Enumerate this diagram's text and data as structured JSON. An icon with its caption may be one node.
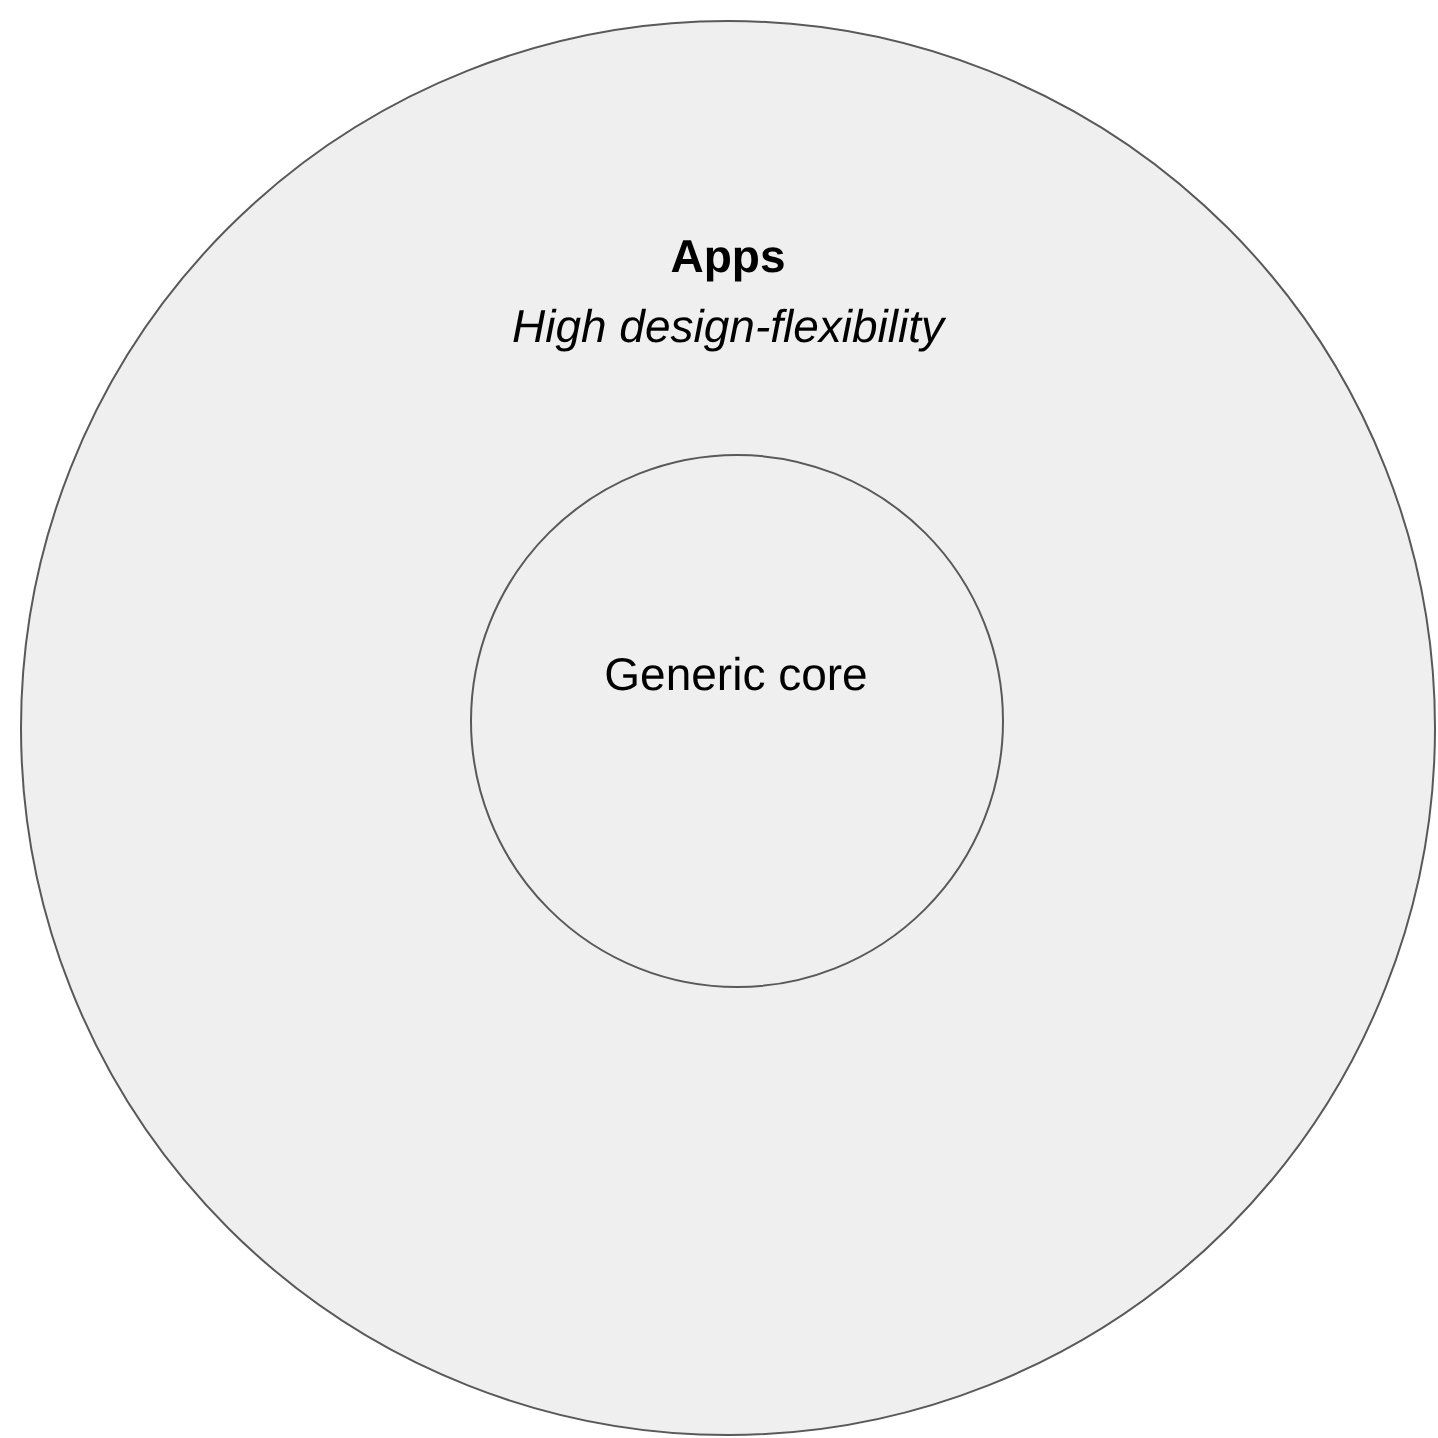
{
  "diagram": {
    "nodes": [
      {
        "text": [
          "Apps",
          "High design-flexibility"
        ]
      },
      {
        "text": [
          "Generic core"
        ],
        "in": 0
      }
    ]
  }
}
